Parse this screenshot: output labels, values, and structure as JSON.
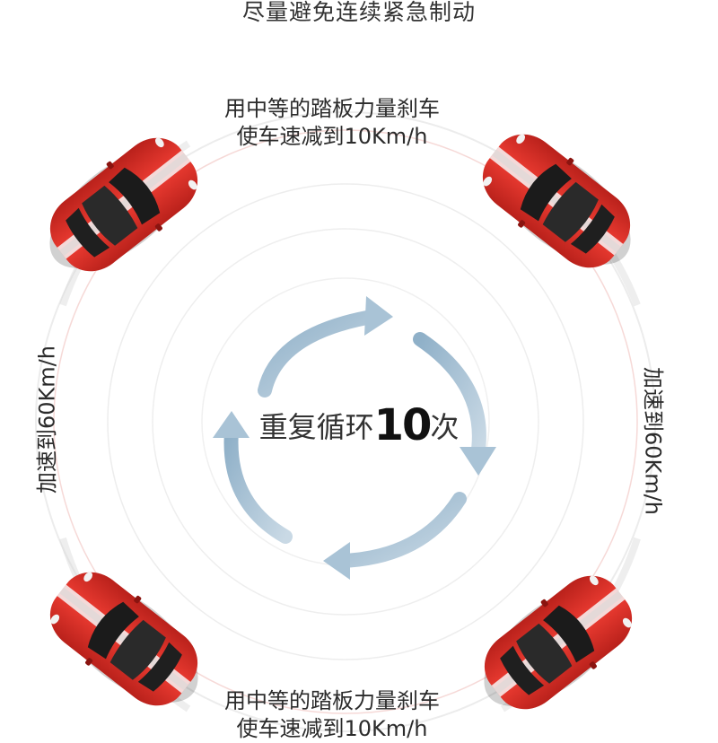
{
  "title": "尽量避免连续紧急制动",
  "brake_label_top": {
    "line1": "用中等的踏板力量刹车",
    "line2": "使车速减到10Km/h"
  },
  "brake_label_bottom": {
    "line1": "用中等的踏板力量刹车",
    "line2": "使车速减到10Km/h"
  },
  "accel_label_left": "加速到60Km/h",
  "accel_label_right": "加速到60Km/h",
  "center": {
    "prefix": "重复循环",
    "number": "10",
    "suffix": "次"
  },
  "colors": {
    "car_body": "#e8342c",
    "car_dark": "#b51d18",
    "arrow": "#a9c3d6",
    "ring": "#e4e4e4"
  }
}
